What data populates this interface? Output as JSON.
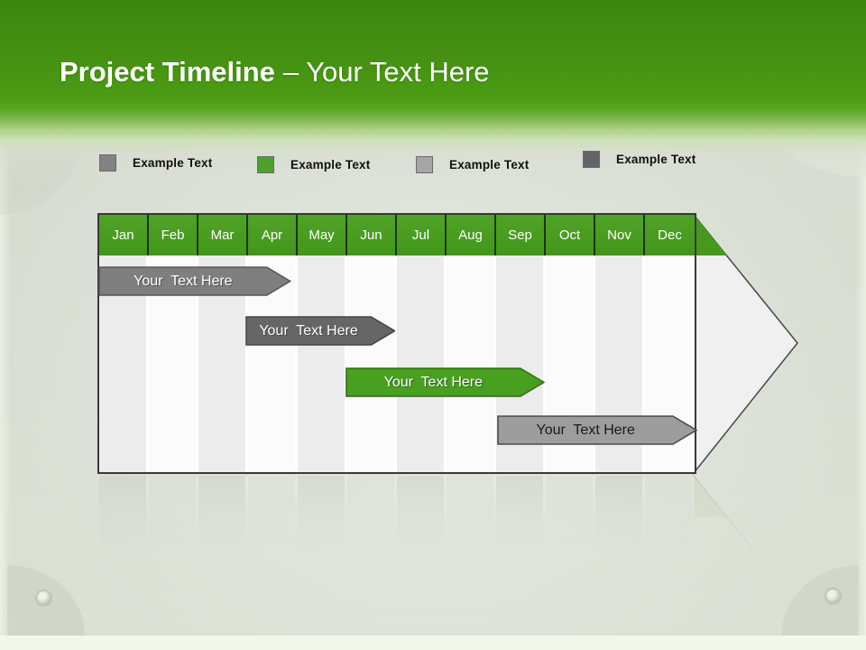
{
  "slide_title": {
    "bold": "Project Timeline",
    "rest": "– Your Text Here"
  },
  "legend": {
    "items": [
      {
        "label": "Example Text",
        "color": "#828282"
      },
      {
        "label": "Example Text",
        "color": "#4da22c"
      },
      {
        "label": "Example Text",
        "color": "#a5a5a7"
      },
      {
        "label": "Example Text",
        "color": "#646467"
      }
    ]
  },
  "chart_data": {
    "type": "bar",
    "subtype": "gantt-timeline",
    "title": "Project Timeline – Your Text Here",
    "categories": [
      "Jan",
      "Feb",
      "Mar",
      "Apr",
      "May",
      "Jun",
      "Jul",
      "Aug",
      "Sep",
      "Oct",
      "Nov",
      "Dec"
    ],
    "x_axis": {
      "unit": "month",
      "range": [
        "Jan",
        "Dec"
      ]
    },
    "legend_position": "top",
    "grid": "vertical-stripes",
    "bars": [
      {
        "label": "Your  Text Here",
        "start_month": "Jan",
        "end_month": "Apr",
        "start_frac": 0.0,
        "end_frac": 3.85,
        "color": "#7f7f7f",
        "border_color": "#565656",
        "text_color": "#ffffff"
      },
      {
        "label": "Your  Text Here",
        "start_month": "Apr",
        "end_month": "Jun",
        "start_frac": 2.96,
        "end_frac": 5.95,
        "color": "#666668",
        "border_color": "#454545",
        "text_color": "#ffffff"
      },
      {
        "label": "Your  Text Here",
        "start_month": "Jun",
        "end_month": "Oct",
        "start_frac": 4.98,
        "end_frac": 8.96,
        "color": "#47a01f",
        "border_color": "#2f6e10",
        "text_color": "#ffffff"
      },
      {
        "label": "Your  Text Here",
        "start_month": "Sep",
        "end_month": "Dec",
        "start_frac": 8.04,
        "end_frac": 12.04,
        "color": "#9d9d9d",
        "border_color": "#4a4a4a",
        "text_color": "#1a1a1a"
      }
    ]
  },
  "colors": {
    "band_green_top": "#3c860f",
    "band_green": "#4c9c15",
    "table_header_green": "#479d1f",
    "slide_background": "#d9ded3"
  }
}
